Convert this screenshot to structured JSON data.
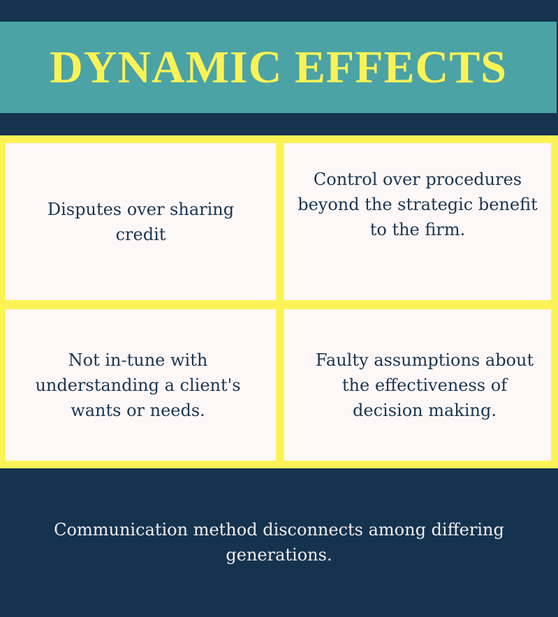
{
  "header": {
    "title": "DYNAMIC EFFECTS"
  },
  "grid": {
    "cells": [
      {
        "text": "Disputes over sharing credit"
      },
      {
        "text": "Control over procedures beyond the strategic benefit to the firm."
      },
      {
        "text": "Not in-tune with understanding a client's wants or needs."
      },
      {
        "text": "Faulty assumptions about the effectiveness of decision making."
      }
    ]
  },
  "footer": {
    "text": "Communication method disconnects among differing generations."
  },
  "colors": {
    "background": "#15334f",
    "banner": "#4ba3a6",
    "title": "#fbf356",
    "frame": "#fbf356",
    "cell": "#fdf7f8",
    "cell_text": "#1a3550",
    "footer_text": "#f3eef0"
  }
}
